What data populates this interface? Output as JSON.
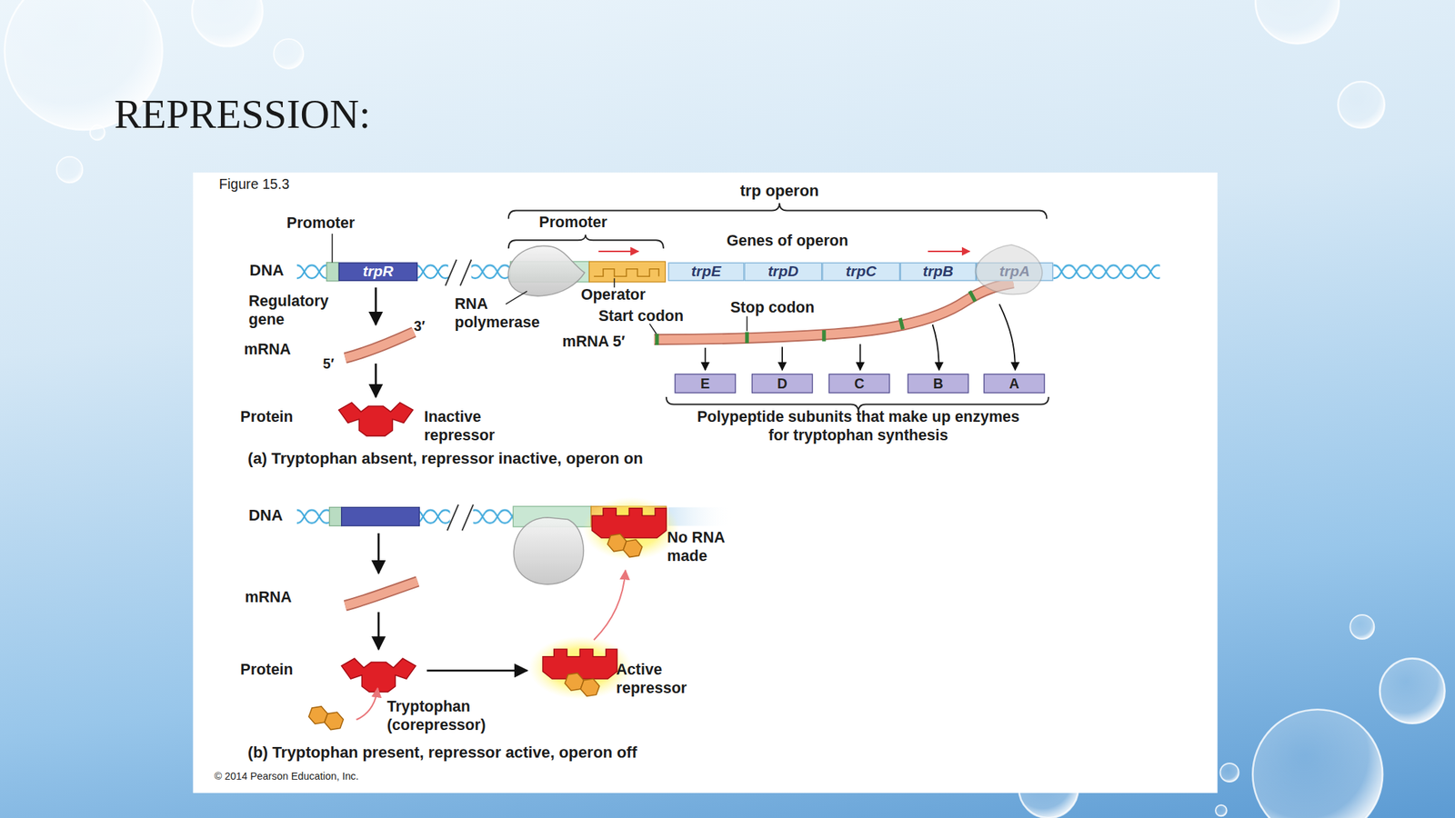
{
  "diagram": {
    "title": "REPRESSION:",
    "nodes": [
      {
        "text": [
          "trpR"
        ]
      },
      {
        "text": [
          "trpE"
        ]
      },
      {
        "text": [
          "trpD"
        ]
      },
      {
        "text": [
          "trpC"
        ]
      },
      {
        "text": [
          "trpB"
        ]
      },
      {
        "text": [
          "trpA"
        ]
      },
      {
        "text": [
          "E"
        ]
      },
      {
        "text": [
          "D"
        ]
      },
      {
        "text": [
          "C"
        ]
      },
      {
        "text": [
          "B"
        ]
      },
      {
        "text": [
          "A"
        ]
      }
    ],
    "labels": [
      "Figure 15.3",
      "trp operon",
      "Promoter",
      "Promoter",
      "Genes of operon",
      "DNA",
      "Regulatory gene",
      "RNA polymerase",
      "Operator",
      "Start codon",
      "Stop codon",
      "3′",
      "5′",
      "mRNA",
      "mRNA 5′",
      "Protein",
      "Inactive repressor",
      "Polypeptide subunits that make up enzymes for tryptophan synthesis",
      "(a) Tryptophan absent, repressor inactive, operon on",
      "DNA",
      "No RNA made",
      "mRNA",
      "Protein",
      "Active repressor",
      "Tryptophan (corepressor)",
      "(b) Tryptophan present, repressor active, operon off",
      "© 2014 Pearson Education, Inc."
    ]
  }
}
